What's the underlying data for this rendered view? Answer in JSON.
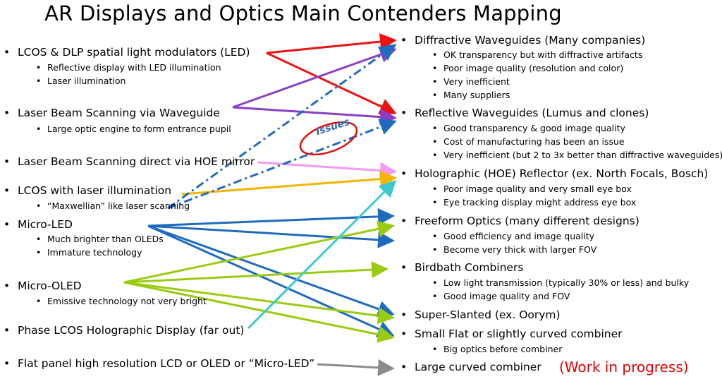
{
  "title": "AR Displays and Optics Main Contenders Mapping",
  "left": [
    {
      "label": "LCOS & DLP spatial light modulators (LED)",
      "subs": [
        "Reflective display with LED illumination",
        "Laser illumination"
      ]
    },
    {
      "label": "Laser Beam Scanning via Waveguide",
      "subs": [
        "Large optic engine to form entrance pupil"
      ]
    },
    {
      "label": "Laser Beam Scanning direct via HOE mirror",
      "subs": []
    },
    {
      "label": "LCOS with laser illumination",
      "subs": [
        "“Maxwellian” like laser scanning"
      ]
    },
    {
      "label": "Micro-LED",
      "subs": [
        "Much brighter than OLEDs",
        "Immature technology"
      ]
    },
    {
      "label": "Micro-OLED",
      "subs": [
        "Emissive technology not very bright"
      ]
    },
    {
      "label": "Phase LCOS Holographic Display (far out)",
      "subs": []
    },
    {
      "label": "Flat panel high resolution LCD or OLED or “Micro-LED”",
      "subs": []
    }
  ],
  "right": [
    {
      "label": "Diffractive Waveguides (Many companies)",
      "subs": [
        "OK transparency but with diffractive artifacts",
        "Poor image quality (resolution and color)",
        "Very inefficient",
        "Many suppliers"
      ]
    },
    {
      "label": "Reflective Waveguides (Lumus and clones)",
      "subs": [
        "Good transparency & good image quality",
        "Cost of manufacturing has been an issue",
        "Very inefficient (but 2 to 3x better than diffractive waveguides)"
      ]
    },
    {
      "label": "Holographic (HOE) Reflector (ex. North Focals, Bosch)",
      "subs": [
        "Poor image quality and very small eye box",
        "Eye tracking display might address eye box"
      ]
    },
    {
      "label": "Freeform Optics (many different designs)",
      "subs": [
        "Good efficiency and image quality",
        "Become very thick with larger FOV"
      ]
    },
    {
      "label": "Birdbath Combiners",
      "subs": [
        "Low light transmission (typically 30% or less) and bulky",
        "Good image quality and FOV"
      ]
    },
    {
      "label": "Super-Slanted (ex. Oorym)",
      "subs": []
    },
    {
      "label": "Small Flat or slightly curved combiner",
      "subs": [
        "Big optics before combiner"
      ]
    },
    {
      "label": "Large curved combiner",
      "subs": []
    }
  ],
  "issues_label": "Issues",
  "wip_label": "(Work in progress)",
  "bullet": "•",
  "colors": {
    "red": "#ee1111",
    "purple": "#8a3fc8",
    "blue": "#1f6bbf",
    "pink": "#f59af0",
    "orange": "#f5b400",
    "green": "#99cc11",
    "cyan": "#3cc8d0",
    "gray": "#8c8c8c",
    "issues_ring": "#dd1111"
  }
}
